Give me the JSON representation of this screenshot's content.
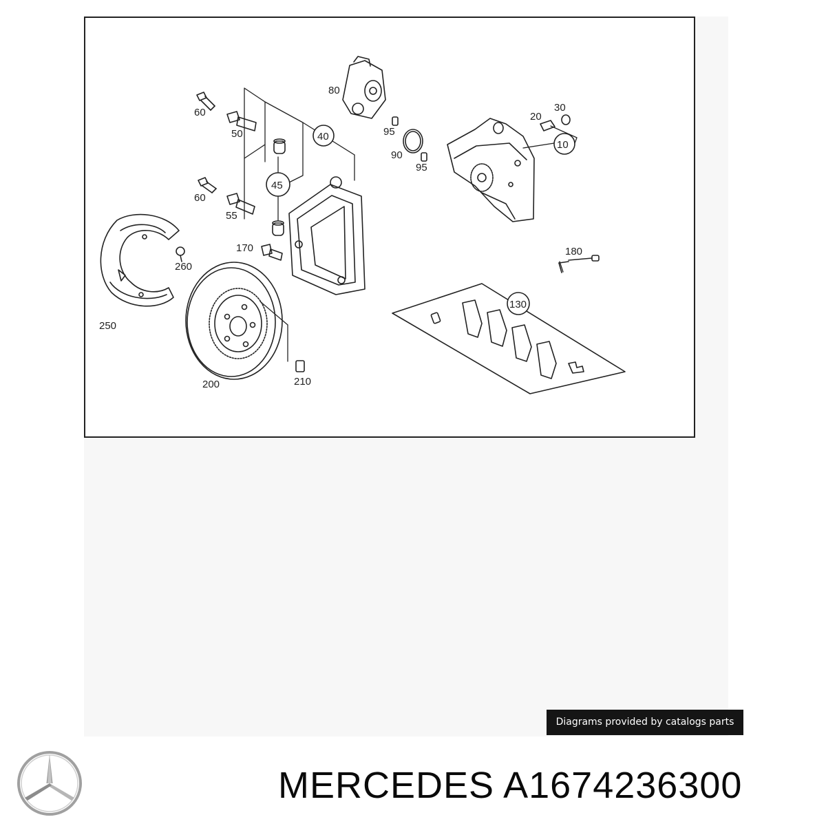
{
  "diagram": {
    "callouts": [
      "10",
      "20",
      "30",
      "40",
      "45",
      "50",
      "55",
      "60",
      "60",
      "80",
      "90",
      "95",
      "95",
      "130",
      "170",
      "180",
      "200",
      "210",
      "250",
      "260"
    ]
  },
  "badge": {
    "text": "Diagrams provided by catalogs parts"
  },
  "footer": {
    "brand": "MERCEDES",
    "part_number": "A1674236300",
    "logo": "mercedes-star-logo"
  },
  "colors": {
    "line": "#222222",
    "badge_bg": "#151515",
    "badge_text": "#ffffff",
    "diagram_backdrop": "#f7f7f7"
  }
}
